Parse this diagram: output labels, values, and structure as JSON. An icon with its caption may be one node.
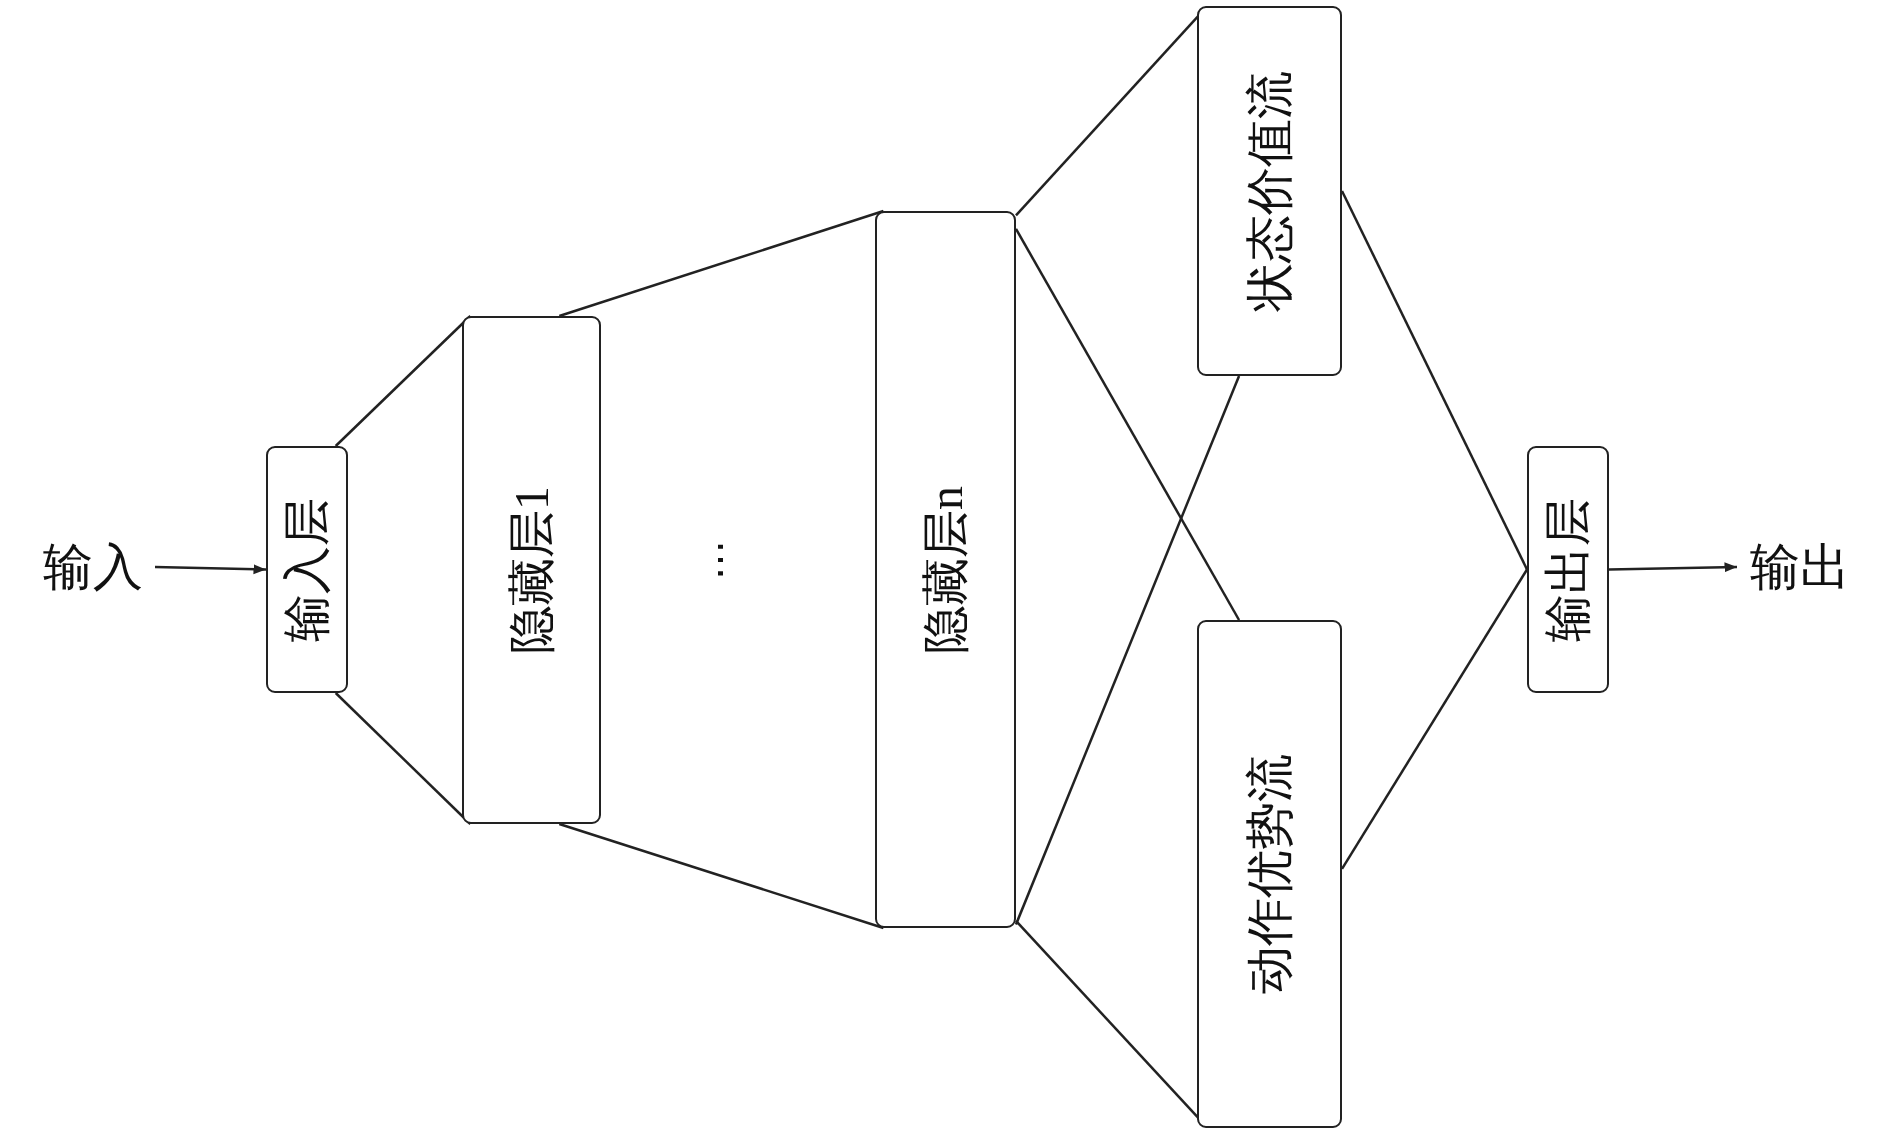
{
  "diagram": {
    "nodes": [
      {
        "text": [
          "输入"
        ]
      },
      {
        "text": [
          "输入层"
        ]
      },
      {
        "text": [
          "隐藏层1"
        ]
      },
      {
        "text": [
          "隐藏层n"
        ]
      },
      {
        "text": [
          "状态价值流"
        ]
      },
      {
        "text": [
          "动作优势流"
        ]
      },
      {
        "text": [
          "输出层"
        ]
      },
      {
        "text": [
          "输出"
        ]
      }
    ],
    "edges": [
      {
        "from": 0,
        "to": 1,
        "arrow": "to"
      },
      {
        "from": 1,
        "to": 2,
        "arrow": "none"
      },
      {
        "from": 1,
        "to": 2,
        "arrow": "none"
      },
      {
        "from": 2,
        "to": 3,
        "arrow": "none"
      },
      {
        "from": 2,
        "to": 3,
        "arrow": "none"
      },
      {
        "from": 3,
        "to": 4,
        "arrow": "none"
      },
      {
        "from": 3,
        "to": 5,
        "arrow": "none"
      },
      {
        "from": 3,
        "to": 4,
        "arrow": "none"
      },
      {
        "from": 3,
        "to": 5,
        "arrow": "none"
      },
      {
        "from": 4,
        "to": 6,
        "arrow": "none"
      },
      {
        "from": 5,
        "to": 6,
        "arrow": "none"
      },
      {
        "from": 6,
        "to": 7,
        "arrow": "to"
      }
    ],
    "labels": [
      "⋯"
    ]
  }
}
